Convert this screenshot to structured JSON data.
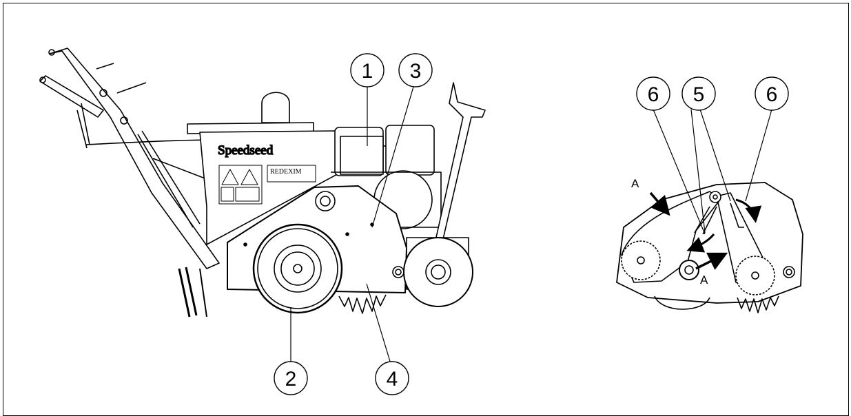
{
  "figure": {
    "brand_label": "Speedseed",
    "manufacturer_label": "REDEXIM",
    "callouts": {
      "c1": "1",
      "c2": "2",
      "c3": "3",
      "c4": "4",
      "c5": "5",
      "c6_left": "6",
      "c6_right": "6"
    },
    "arrow_labels": {
      "a_top": "A",
      "a_bottom": "A"
    }
  }
}
